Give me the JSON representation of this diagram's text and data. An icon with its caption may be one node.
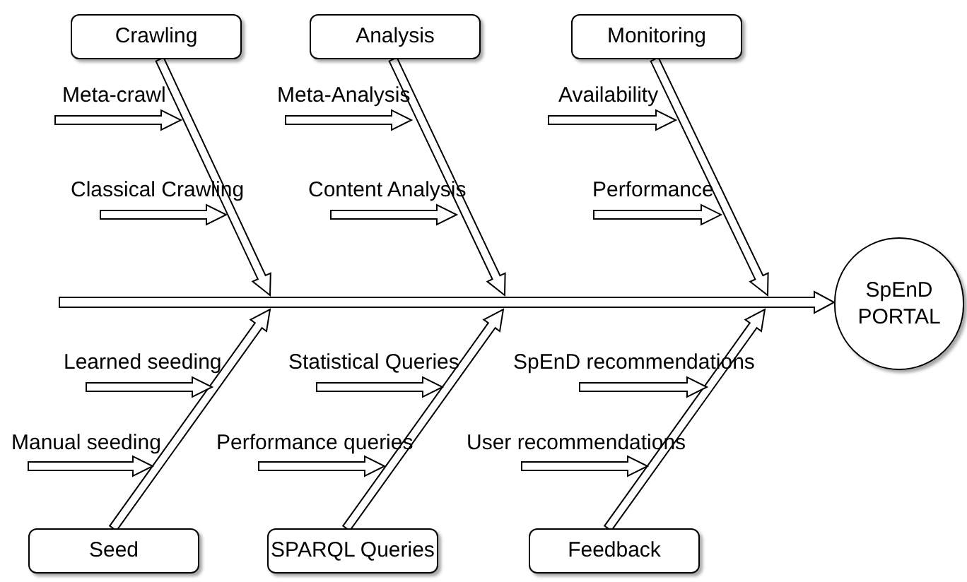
{
  "diagram": {
    "nodes": [
      {
        "text": [
          "Crawling"
        ]
      },
      {
        "text": [
          "Analysis"
        ]
      },
      {
        "text": [
          "Monitoring"
        ]
      },
      {
        "text": [
          "Seed"
        ]
      },
      {
        "text": [
          "SPARQL Queries"
        ]
      },
      {
        "text": [
          "Feedback"
        ]
      },
      {
        "text": [
          "SpEnD PORTAL"
        ]
      },
      {
        "text": [
          "Meta-crawl"
        ]
      },
      {
        "text": [
          "Classical Crawling"
        ]
      },
      {
        "text": [
          "Meta-Analysis"
        ]
      },
      {
        "text": [
          "Content Analysis"
        ]
      },
      {
        "text": [
          "Availability"
        ]
      },
      {
        "text": [
          "Performance"
        ]
      },
      {
        "text": [
          "Learned seeding"
        ]
      },
      {
        "text": [
          "Manual seeding"
        ]
      },
      {
        "text": [
          "Statistical Queries"
        ]
      },
      {
        "text": [
          "Performance queries"
        ]
      },
      {
        "text": [
          "SpEnD recommendations"
        ]
      },
      {
        "text": [
          "User recommendations"
        ]
      }
    ],
    "edges": [
      {
        "from": null,
        "to": 6,
        "arrow": "to"
      },
      {
        "from": 0,
        "to": null,
        "arrow": "to"
      },
      {
        "from": 1,
        "to": null,
        "arrow": "to"
      },
      {
        "from": 2,
        "to": null,
        "arrow": "to"
      },
      {
        "from": 3,
        "to": null,
        "arrow": "to"
      },
      {
        "from": 4,
        "to": null,
        "arrow": "to"
      },
      {
        "from": 5,
        "to": null,
        "arrow": "to"
      },
      {
        "from": 7,
        "to": null,
        "arrow": "to"
      },
      {
        "from": 8,
        "to": null,
        "arrow": "to"
      },
      {
        "from": 9,
        "to": null,
        "arrow": "to"
      },
      {
        "from": 10,
        "to": null,
        "arrow": "to"
      },
      {
        "from": 11,
        "to": null,
        "arrow": "to"
      },
      {
        "from": 12,
        "to": null,
        "arrow": "to"
      },
      {
        "from": 13,
        "to": null,
        "arrow": "to"
      },
      {
        "from": 14,
        "to": null,
        "arrow": "to"
      },
      {
        "from": 15,
        "to": null,
        "arrow": "to"
      },
      {
        "from": 16,
        "to": null,
        "arrow": "to"
      },
      {
        "from": 17,
        "to": null,
        "arrow": "to"
      },
      {
        "from": 18,
        "to": null,
        "arrow": "to"
      }
    ]
  }
}
